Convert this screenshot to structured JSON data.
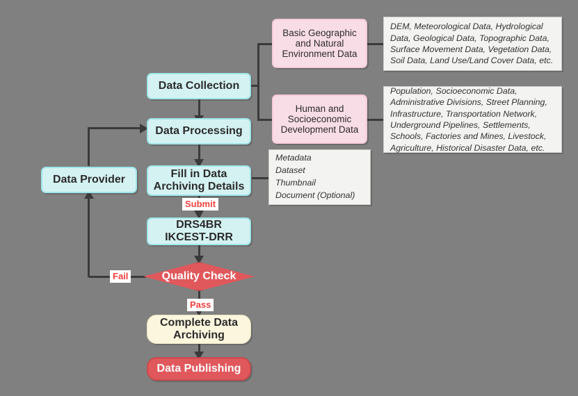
{
  "diagram": {
    "title": "Data Archiving Workflow",
    "background_color": "#808080",
    "colors": {
      "process_fill": "#d5f2f2",
      "process_border": "#9fe5e8",
      "category_fill": "#f9dde6",
      "category_border": "#f6cad8",
      "note_fill": "#f3f3f1",
      "decision_fill": "#e0585c",
      "terminator_fill": "#fbf6dd",
      "publish_fill": "#e0585c",
      "connector": "#3a3a3a",
      "edge_label_text": "#f2403f"
    }
  },
  "nodes": {
    "data_collection": {
      "label": "Data Collection",
      "type": "process"
    },
    "data_processing": {
      "label": "Data Processing",
      "type": "process"
    },
    "data_provider": {
      "label": "Data Provider",
      "type": "process"
    },
    "fill_details_line1": "Fill in Data",
    "fill_details_line2": "Archiving Details",
    "system_line1": "DRS4BR",
    "system_line2": "IKCEST-DRR",
    "quality_check": {
      "label": "Quality Check",
      "type": "decision"
    },
    "complete_line1": "Complete Data",
    "complete_line2": "Archiving",
    "data_publishing": {
      "label": "Data Publishing",
      "type": "terminator"
    },
    "basic_geo_line1": "Basic Geographic",
    "basic_geo_line2": "and Natural",
    "basic_geo_line3": "Environment Data",
    "human_socio_line1": "Human and",
    "human_socio_line2": "Socioeconomic",
    "human_socio_line3": "Development Data"
  },
  "notes": {
    "geo_note": "DEM, Meteorological Data, Hydrological Data, Geological Data, Topographic Data, Surface Movement Data, Vegetation Data, Soil Data, Land Use/Land Cover Data, etc.",
    "socio_note": "Population, Socioeconomic Data, Administrative Divisions, Street Planning, Infrastructure, Transportation Network, Underground Pipelines, Settlements, Schools, Factories and Mines, Livestock, Agriculture, Historical Disaster Data, etc.",
    "archiving_note_line1": "Metadata",
    "archiving_note_line2": "Dataset",
    "archiving_note_line3": "Thumbnail",
    "archiving_note_line4": "Document  (Optional)"
  },
  "edge_labels": {
    "submit": "Submit",
    "fail": "Fail",
    "pass": "Pass"
  }
}
